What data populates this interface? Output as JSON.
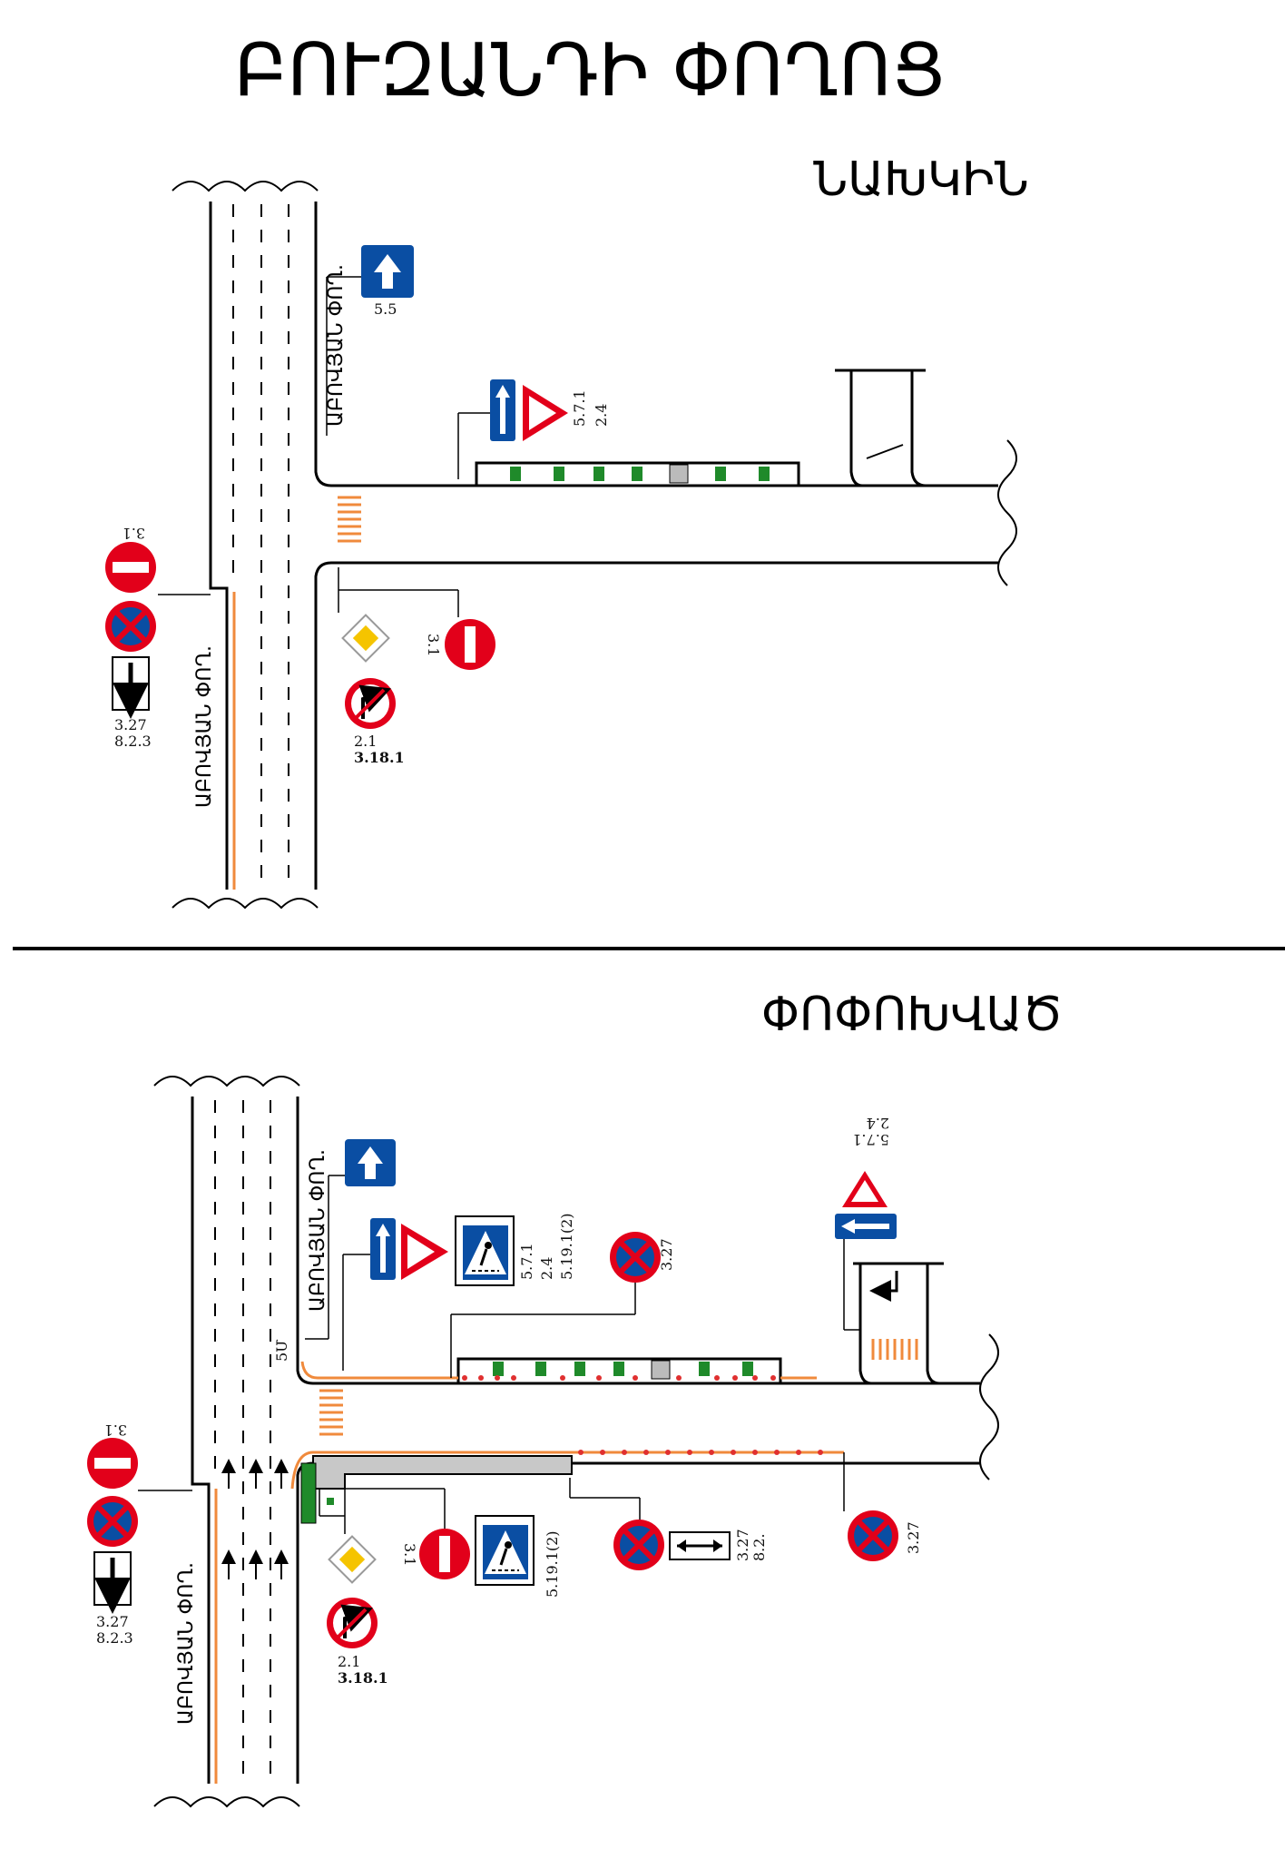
{
  "title": "ԲՈՒԶԱՆԴԻ ՓՈՂՈՑ",
  "before": {
    "heading": "ՆԱԽԿԻՆ",
    "street_vertical": "ԱԲՈՎՅԱՆ ՓՈՂ.",
    "street_vertical_2": "ԱԲՈՎՅԱՆ ՓՈՂ.",
    "labels": {
      "s55": "5.5",
      "s571": "5.7.1",
      "s24": "2.4",
      "s31_left": "3.1",
      "s327_left": "3.27",
      "s823_left": "8.2.3",
      "s31_right": "3.1",
      "s21": "2.1",
      "s3181": "3.18.1"
    }
  },
  "after": {
    "heading": "ՓՈՓՈԽՎԱԾ",
    "street_vertical": "ԱԲՈՎՅԱՆ ՓՈՂ.",
    "street_vertical_2": "ԱԲՈՎՅԱՆ ՓՈՂ.",
    "five_m": "5Մ",
    "labels": {
      "s571": "5.7.1",
      "s24": "2.4",
      "s5191": "5.19.1(2)",
      "s327_top": "3.27",
      "s571_right": "5.7.1",
      "s24_right": "2.4",
      "s31_left": "3.1",
      "s327_left": "3.27",
      "s823_left": "8.2.3",
      "s31_mid": "3.1",
      "s5191_b": "5.19.1(2)",
      "s327_mid": "3.27",
      "s82_mid": "8.2.",
      "s327_right": "3.27",
      "s21": "2.1",
      "s3181": "3.18.1"
    }
  },
  "colors": {
    "sign_red": "#e2001a",
    "sign_blue": "#0a4ea3",
    "priority_yellow": "#f5c400",
    "orange": "#f08a3c",
    "green_marker": "#1f8a2a",
    "dot_red": "#e03030"
  }
}
